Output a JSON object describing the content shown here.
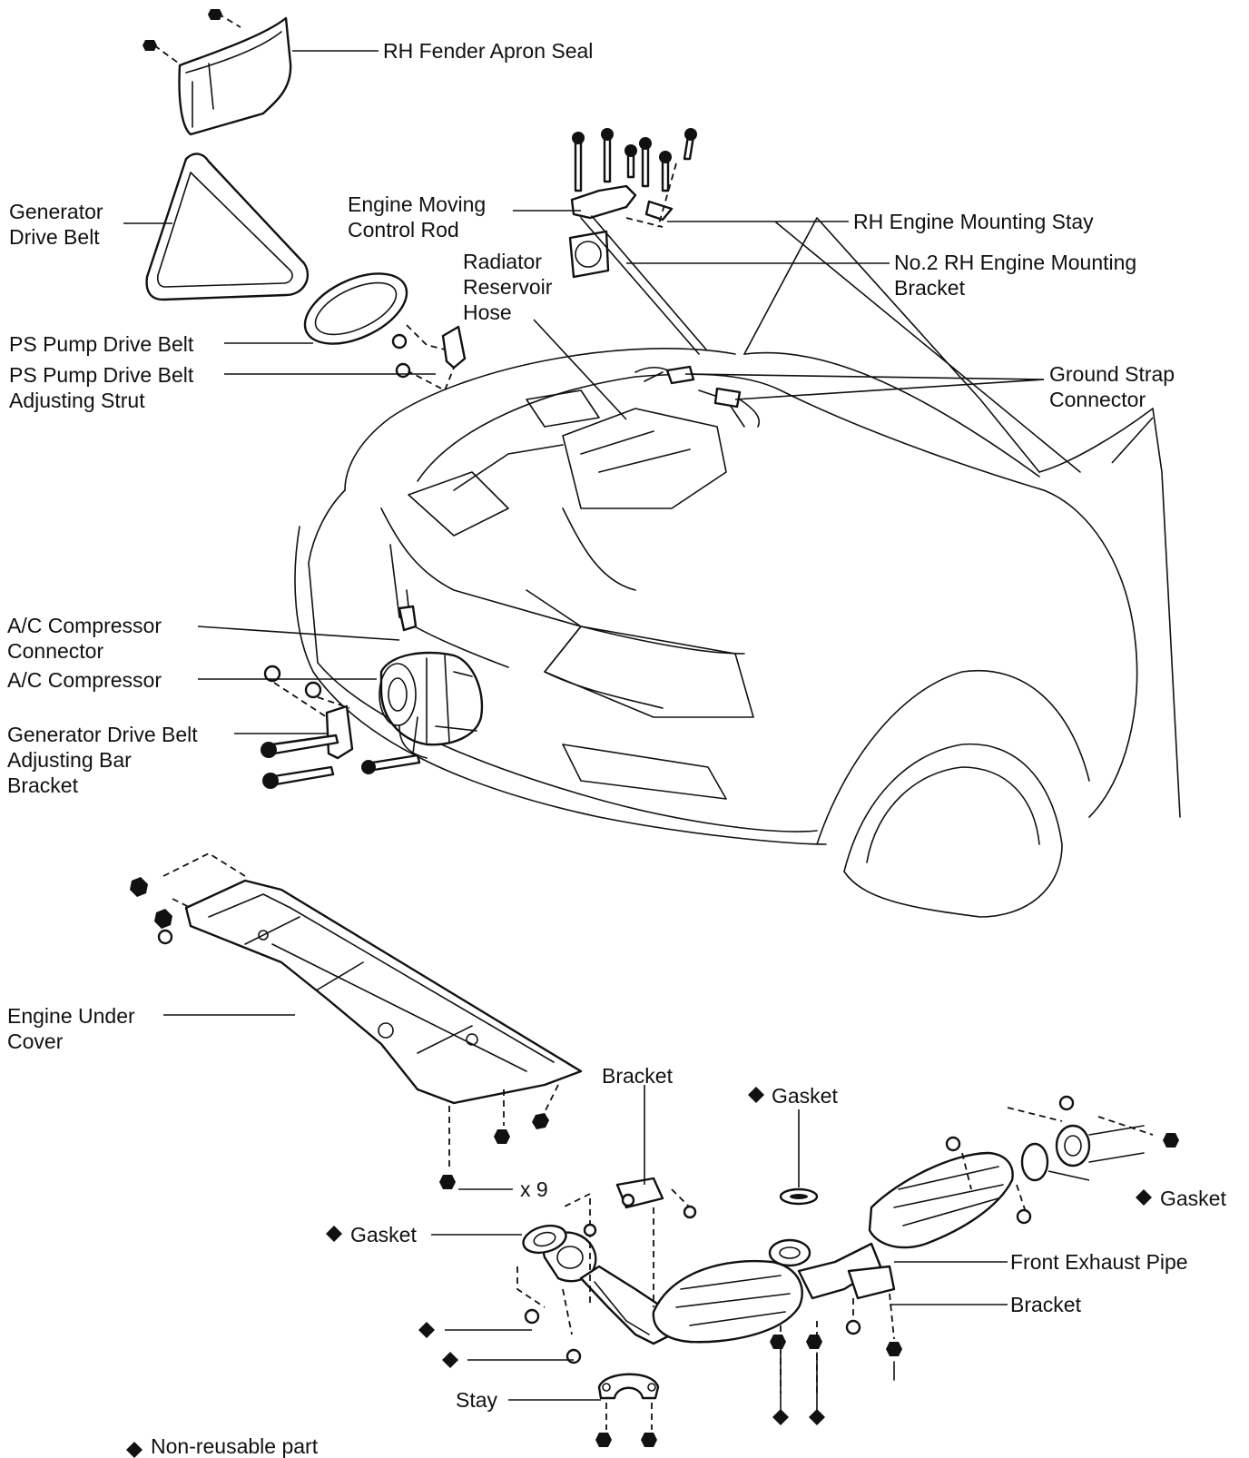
{
  "labels": {
    "rh_fender_apron_seal": "RH Fender Apron Seal",
    "generator_drive_belt_1": "Generator",
    "generator_drive_belt_2": "Drive Belt",
    "engine_moving_control_rod_1": "Engine Moving",
    "engine_moving_control_rod_2": "Control Rod",
    "rh_engine_mounting_stay": "RH Engine Mounting Stay",
    "no2_rh_engine_mounting_bracket_1": "No.2 RH Engine Mounting",
    "no2_rh_engine_mounting_bracket_2": "Bracket",
    "radiator_reservoir_hose_1": "Radiator",
    "radiator_reservoir_hose_2": "Reservoir",
    "radiator_reservoir_hose_3": "Hose",
    "ps_pump_drive_belt": "PS Pump Drive Belt",
    "ps_pump_drive_belt_adjusting_strut_1": "PS Pump Drive Belt",
    "ps_pump_drive_belt_adjusting_strut_2": "Adjusting Strut",
    "ground_strap_connector_1": "Ground Strap",
    "ground_strap_connector_2": "Connector",
    "ac_compressor_connector_1": "A/C Compressor",
    "ac_compressor_connector_2": "Connector",
    "ac_compressor": "A/C Compressor",
    "generator_drive_belt_adjusting_bar_bracket_1": "Generator Drive Belt",
    "generator_drive_belt_adjusting_bar_bracket_2": "Adjusting Bar",
    "generator_drive_belt_adjusting_bar_bracket_3": "Bracket",
    "engine_under_cover_1": "Engine Under",
    "engine_under_cover_2": "Cover",
    "x9": "x 9",
    "bracket_top": "Bracket",
    "gasket_top": "Gasket",
    "gasket_right": "Gasket",
    "gasket_left": "Gasket",
    "front_exhaust_pipe": "Front Exhaust Pipe",
    "bracket_right": "Bracket",
    "stay": "Stay",
    "legend": "Non-reusable part"
  },
  "colors": {
    "ink": "#111111",
    "background": "#ffffff"
  },
  "icons": {
    "non_reusable_marker": "black-diamond-icon"
  }
}
